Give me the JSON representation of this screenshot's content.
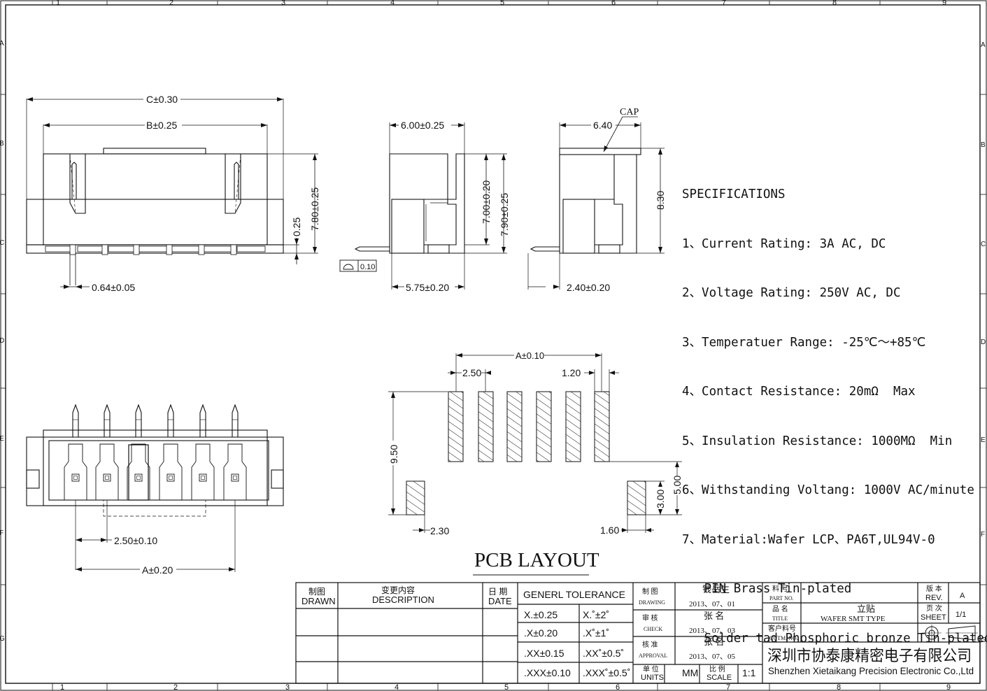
{
  "border": {
    "columns": [
      "1",
      "2",
      "3",
      "4",
      "5",
      "6",
      "7",
      "8",
      "9"
    ],
    "rows": [
      "A",
      "B",
      "C",
      "D",
      "E",
      "F",
      "G"
    ]
  },
  "dimensions": {
    "c_width": "C±0.30",
    "b_width": "B±0.25",
    "height_780": "7.80±0.25",
    "offset_025": "0.25",
    "pin_width": "0.64±0.05",
    "depth_600": "6.00±0.25",
    "height_700": "7.00±0.20",
    "height_790": "7.90±0.25",
    "flatness": "0.10",
    "depth_575": "5.75±0.20",
    "cap_label": "CAP",
    "cap_640": "6.40",
    "height_830": "8.30",
    "offset_240": "2.40±0.20",
    "pitch": "2.50±0.10",
    "a_width": "A±0.20"
  },
  "pcb": {
    "title": "PCB LAYOUT",
    "a_span": "A±0.10",
    "pitch": "2.50",
    "pad_width": "1.20",
    "height": "9.50",
    "tab_offset": "2.30",
    "tab_width": "1.60",
    "tab_height": "3.00",
    "tab_span": "5.00"
  },
  "specifications": {
    "heading": "SPECIFICATIONS",
    "lines": [
      "1、Current Rating: 3A AC, DC",
      "2、Voltage Rating: 250V AC, DC",
      "3、Temperatuer Range: -25℃～+85℃",
      "4、Contact Resistance: 20mΩ  Max",
      "5、Insulation Resistance: 1000MΩ  Min",
      "6、Withstanding Voltang: 1000V AC/minute",
      "7、Material:Wafer LCP、PA6T,UL94V-0",
      "   PIN Brass Tin-plated",
      "   Solder tad Phosphoric bronze Tin-plated"
    ]
  },
  "title_block": {
    "drawn_cn": "制图",
    "drawn_en": "DRAWN",
    "desc_cn": "变更内容",
    "desc_en": "DESCRIPTION",
    "date_cn": "日 期",
    "date_en": "DATE",
    "tolerance_title": "GENERL  TOLERANCE",
    "tolerances": [
      {
        "linear": "X.±0.25",
        "angular": "X.˚±2˚"
      },
      {
        "linear": ".X±0.20",
        "angular": ".X˚±1˚"
      },
      {
        "linear": ".XX±0.15",
        "angular": ".XX˚±0.5˚"
      },
      {
        "linear": ".XXX±0.10",
        "angular": ".XXX˚±0.5˚"
      }
    ],
    "drawing_cn": "制 图",
    "drawing_en": "DRAWING",
    "drawing_name": "钱岳生",
    "drawing_date": "2013、07、01",
    "check_cn": "审 核",
    "check_en": "CHECK",
    "check_name": "张 名",
    "check_date": "2013、07、03",
    "approval_cn": "核 准",
    "approval_en": "APPROVAL",
    "approval_name": "张 名",
    "approval_date": "2013、07、05",
    "units_cn": "单 位",
    "units_en": "UNITS",
    "units_value": "MM",
    "scale_cn": "比 例",
    "scale_en": "SCALE",
    "scale_value": "1:1",
    "part_cn": "料 号",
    "part_en": "PART NO.",
    "title_cn": "品 名",
    "title_en": "TITLE",
    "title_value_cn": "立贴",
    "title_value_en": "WAFER SMT TYPE",
    "cust_cn": "客户料号",
    "cust_en": "CUTM. NO.",
    "rev_cn": "版 本",
    "rev_en": "REV.",
    "rev_value": "A",
    "sheet_cn": "页 次",
    "sheet_en": "SHEET",
    "sheet_value": "1/1",
    "company_cn": "深圳市协泰康精密电子有限公司",
    "company_en": "Shenzhen Xietaikang Precision Electronic Co.,Ltd"
  },
  "colors": {
    "ink": "#111111",
    "paper": "#ffffff"
  }
}
